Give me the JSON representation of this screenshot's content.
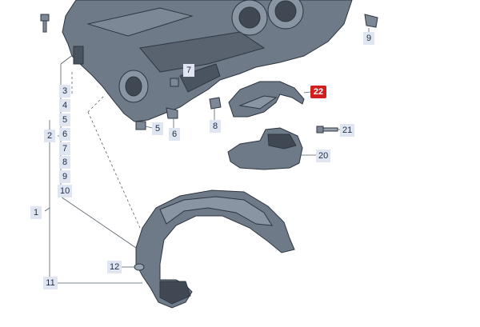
{
  "colors": {
    "label_bg": "#dfe6f2",
    "label_text": "#1f2a44",
    "highlight": "#d01f1f",
    "part_fill": "#6e7a88",
    "part_dark": "#3f4853"
  },
  "callouts": [
    {
      "id": "c1",
      "text": "1"
    },
    {
      "id": "c2",
      "text": "2"
    },
    {
      "id": "c3",
      "text": "3"
    },
    {
      "id": "c4",
      "text": "4"
    },
    {
      "id": "c5a",
      "text": "5"
    },
    {
      "id": "c6a",
      "text": "6"
    },
    {
      "id": "c7a",
      "text": "7"
    },
    {
      "id": "c8a",
      "text": "8"
    },
    {
      "id": "c9a",
      "text": "9"
    },
    {
      "id": "c10",
      "text": "10"
    },
    {
      "id": "c5b",
      "text": "5"
    },
    {
      "id": "c6b",
      "text": "6"
    },
    {
      "id": "c7b",
      "text": "7"
    },
    {
      "id": "c8b",
      "text": "8"
    },
    {
      "id": "c9b",
      "text": "9"
    },
    {
      "id": "c11",
      "text": "11"
    },
    {
      "id": "c12",
      "text": "12"
    },
    {
      "id": "c20",
      "text": "20"
    },
    {
      "id": "c21",
      "text": "21"
    },
    {
      "id": "c22",
      "text": "22",
      "highlight": true
    }
  ]
}
